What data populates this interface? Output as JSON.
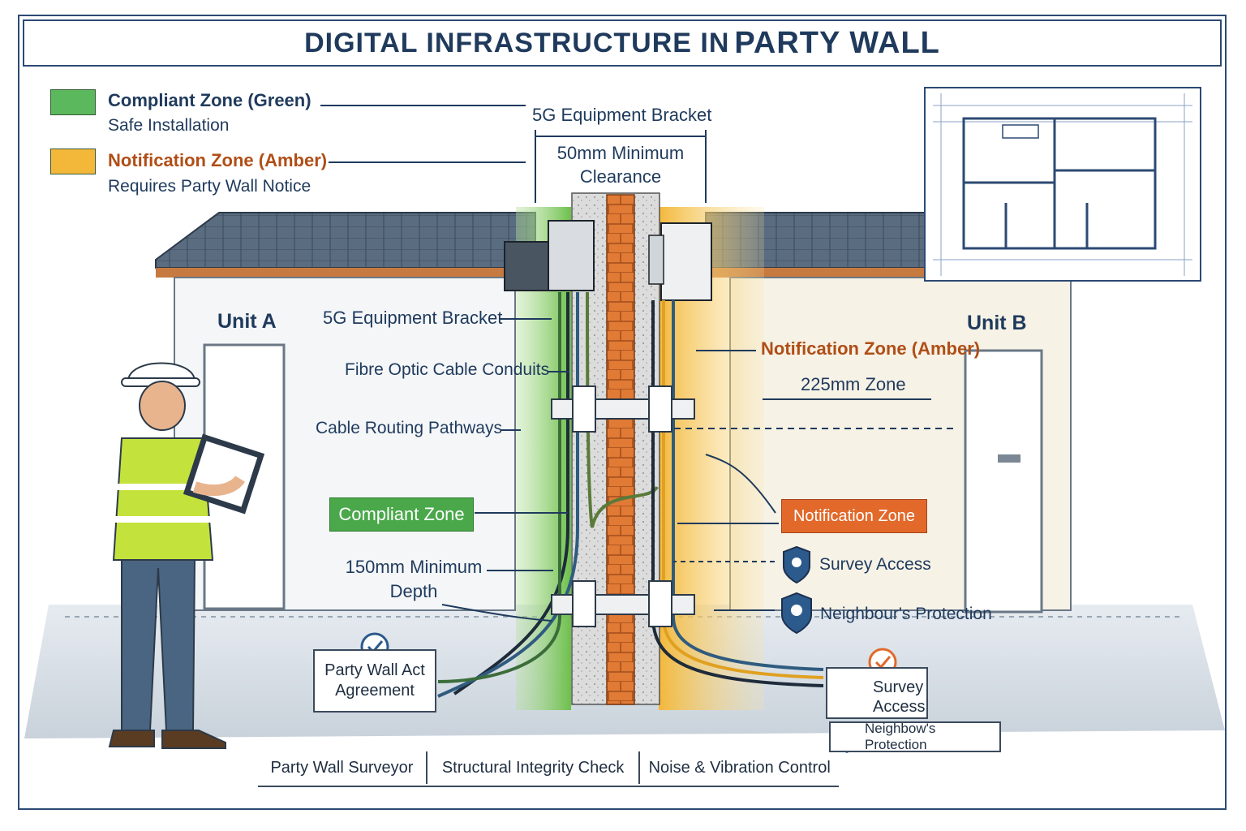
{
  "title": {
    "main": "DIGITAL INFRASTRUCTURE IN",
    "emphasis": "PARTY WALL"
  },
  "legend": {
    "compliant": {
      "title": "Compliant Zone (Green)",
      "desc": "Safe Installation",
      "color": "#5cb85c"
    },
    "notification": {
      "title": "Notification Zone (Amber)",
      "desc": "Requires Party Wall Notice",
      "color": "#f3b83a"
    }
  },
  "top_labels": {
    "bracket": "5G Equipment Bracket",
    "clearance_line1": "50mm Minimum",
    "clearance_line2": "Clearance"
  },
  "units": {
    "a": "Unit A",
    "b": "Unit B"
  },
  "left_callouts": {
    "bracket": "5G Equipment Bracket",
    "conduits": "Fibre Optic Cable Conduits",
    "routing": "Cable Routing Pathways",
    "compliant_tag": "Compliant Zone",
    "depth_line1": "150mm Minimum",
    "depth_line2": "Depth"
  },
  "right_callouts": {
    "notification_amber": "Notification Zone (Amber)",
    "zone_225": "225mm Zone",
    "notification_tag": "Notification Zone",
    "survey_access": "Survey Access",
    "neighbours_protection": "Neighbour's Protection"
  },
  "boxes": {
    "agreement_line1": "Party Wall Act",
    "agreement_line2": "Agreement",
    "survey_line1": "Survey",
    "survey_line2": "Access",
    "neighbor": "Neighbow's Protection"
  },
  "bottom_bar": [
    "Party Wall Surveyor",
    "Structural Integrity Check",
    "Noise & Vibration Control"
  ],
  "colors": {
    "navy": "#1f3a5c",
    "green": "#5cb85c",
    "amber": "#f3b83a",
    "orange": "#e2692a",
    "brick": "#e07a35"
  }
}
